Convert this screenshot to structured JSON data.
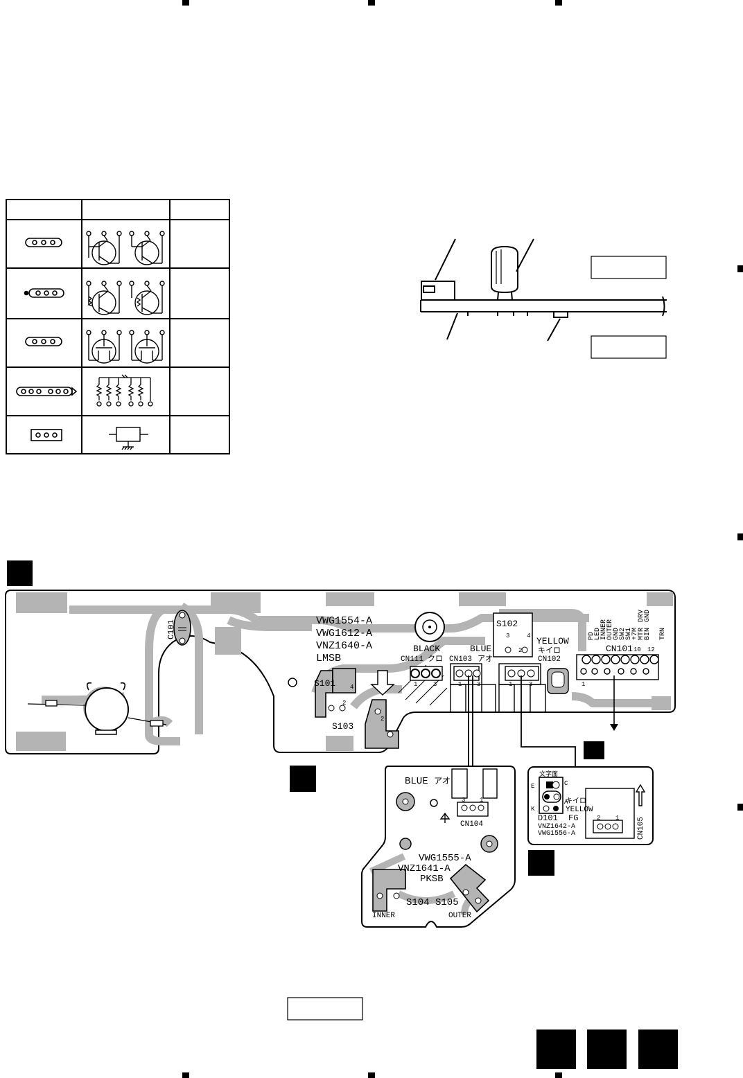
{
  "main_pcb": {
    "part_numbers": [
      "VWG1554-A",
      "VWG1612-A",
      "VNZ1640-A"
    ],
    "board_name": "LMSB",
    "capacitor": "C101",
    "switches": [
      "S101",
      "S102",
      "S103"
    ],
    "color_black": "BLACK",
    "color_blue": "BLUE",
    "color_yellow": "YELLOW",
    "kana_black": "クロ",
    "kana_blue": "アオ",
    "kana_yellow": "キイロ",
    "cn111": "CN111",
    "cn103": "CN103",
    "cn102": "CN102",
    "cn101": "CN101",
    "pin_1": "1",
    "pin_2": "2",
    "pin_3": "3",
    "pin_4": "4",
    "pin_10": "10",
    "pin_12": "12",
    "cn101_signals": [
      "PD",
      "LED",
      "INNER",
      "OUTER",
      "GND",
      "SW2",
      "SW1",
      "+7M",
      "MTR",
      "BIN"
    ],
    "cn101_signals_right": [
      "DRV",
      "GND",
      "TRN"
    ]
  },
  "pksb_pcb": {
    "color_blue": "BLUE",
    "kana_blue": "アオ",
    "connector": "CN104",
    "part_numbers": [
      "VWG1555-A",
      "VNZ1641-A"
    ],
    "board_name": "PKSB",
    "switches_label": "S104 S105",
    "inner_label": "INNER",
    "outer_label": "OUTER",
    "pin_3": "3",
    "pin_1": "1"
  },
  "fg_pcb": {
    "diode": "D101",
    "fg": "FG",
    "color_yellow": "YELLOW",
    "kana_yellow": "キイロ",
    "kana_stamp": "文字面",
    "part_numbers": [
      "VNZ1642-A",
      "VWG1556-A"
    ],
    "connector": "CN105",
    "pin_2": "2",
    "pin_1": "1",
    "pin_e": "E",
    "pin_c": "C",
    "pin_k": "K",
    "pin_a": "A"
  },
  "colors": {
    "trace": "#b4b4b4",
    "ink": "#000000",
    "paper": "#ffffff"
  }
}
